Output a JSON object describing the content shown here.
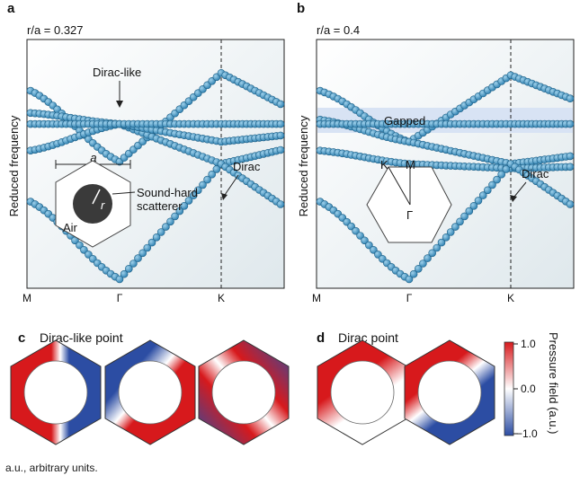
{
  "panel_a": {
    "letter": "a",
    "param": "r/a = 0.327",
    "ylabel": "Reduced frequency",
    "annotations": {
      "dirac_like": "Dirac-like",
      "dirac": "Dirac",
      "sound_hard": "Sound-hard",
      "scatterer": "scatterer",
      "air": "Air",
      "a_label": "a",
      "r_label": "r"
    }
  },
  "panel_b": {
    "letter": "b",
    "param": "r/a = 0.4",
    "ylabel": "Reduced frequency",
    "annotations": {
      "gapped": "Gapped",
      "dirac": "Dirac",
      "K": "K",
      "M": "M",
      "Gamma": "Γ"
    }
  },
  "panel_c": {
    "letter": "c",
    "title": "Dirac-like point"
  },
  "panel_d": {
    "letter": "d",
    "title": "Dirac point"
  },
  "colorbar": {
    "label": "Pressure field (a.u.)",
    "ticks": [
      "1.0",
      "0.0",
      "−1.0"
    ],
    "colors": {
      "high": "#d7191c",
      "mid": "#ffffff",
      "low": "#2c4da3"
    }
  },
  "footnote": "a.u., arbitrary units.",
  "chart_data": [
    {
      "type": "line",
      "title": "",
      "xlabel": "",
      "ylabel": "Reduced frequency",
      "x_ticks": [
        "M",
        "Γ",
        "K"
      ],
      "series": [
        {
          "values": [
            0.85,
            0.53,
            0.93
          ]
        },
        {
          "values": [
            0.75,
            0.7,
            0.52
          ]
        },
        {
          "values": [
            0.58,
            0.7,
            0.62
          ]
        },
        {
          "values": [
            0.7,
            0.7,
            0.7
          ]
        },
        {
          "values": [
            0.35,
            0.0,
            0.52
          ]
        }
      ]
    },
    {
      "type": "line",
      "title": "",
      "xlabel": "",
      "ylabel": "Reduced frequency",
      "x_ticks": [
        "M",
        "Γ",
        "K"
      ],
      "series": [
        {
          "values": [
            0.85,
            0.62,
            0.92
          ]
        },
        {
          "values": [
            0.72,
            0.62,
            0.52
          ]
        },
        {
          "values": [
            0.7,
            0.7,
            0.7
          ]
        },
        {
          "values": [
            0.58,
            0.52,
            0.5
          ]
        },
        {
          "values": [
            0.35,
            0.0,
            0.52
          ]
        }
      ]
    }
  ]
}
